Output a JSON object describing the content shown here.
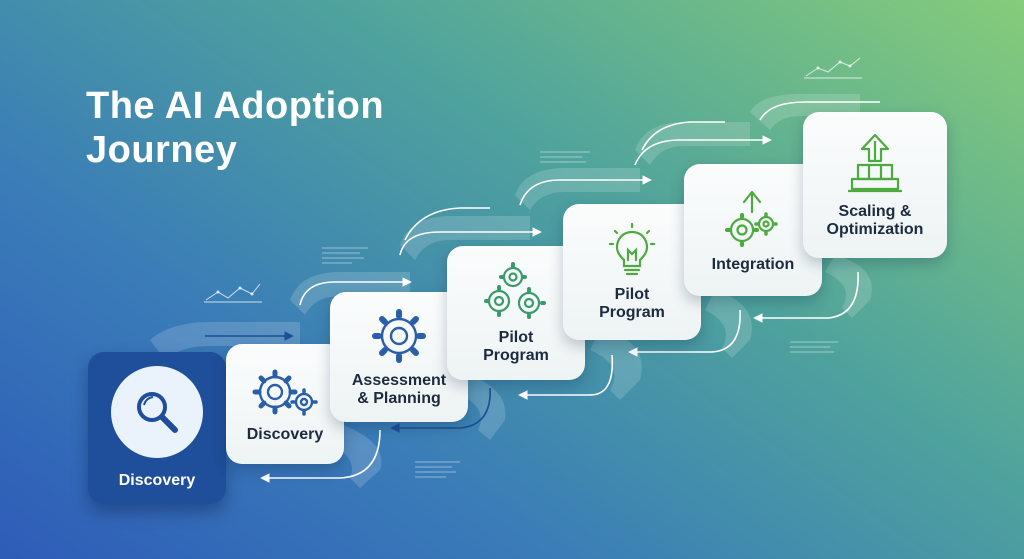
{
  "title": {
    "line1": "The AI Adoption",
    "line2": "Journey"
  },
  "colors": {
    "primary_card": "#1f4e9a",
    "blue_icon": "#2b5ea8",
    "green_icon": "#4caa3f",
    "arrow_light": "#ffffff",
    "arrow_dark": "#1f4e9a"
  },
  "steps": [
    {
      "label": "Discovery",
      "icon": "magnifier-icon"
    },
    {
      "label": "Discovery",
      "icon": "gears-icon"
    },
    {
      "label": "Assessment\n& Planning",
      "icon": "gear-icon"
    },
    {
      "label": "Pilot\nProgram",
      "icon": "gears-cluster-icon"
    },
    {
      "label": "Pilot\nProgram",
      "icon": "lightbulb-icon"
    },
    {
      "label": "Integration",
      "icon": "gears-arrow-icon"
    },
    {
      "label": "Scaling &\nOptimization",
      "icon": "scaling-icon"
    }
  ]
}
